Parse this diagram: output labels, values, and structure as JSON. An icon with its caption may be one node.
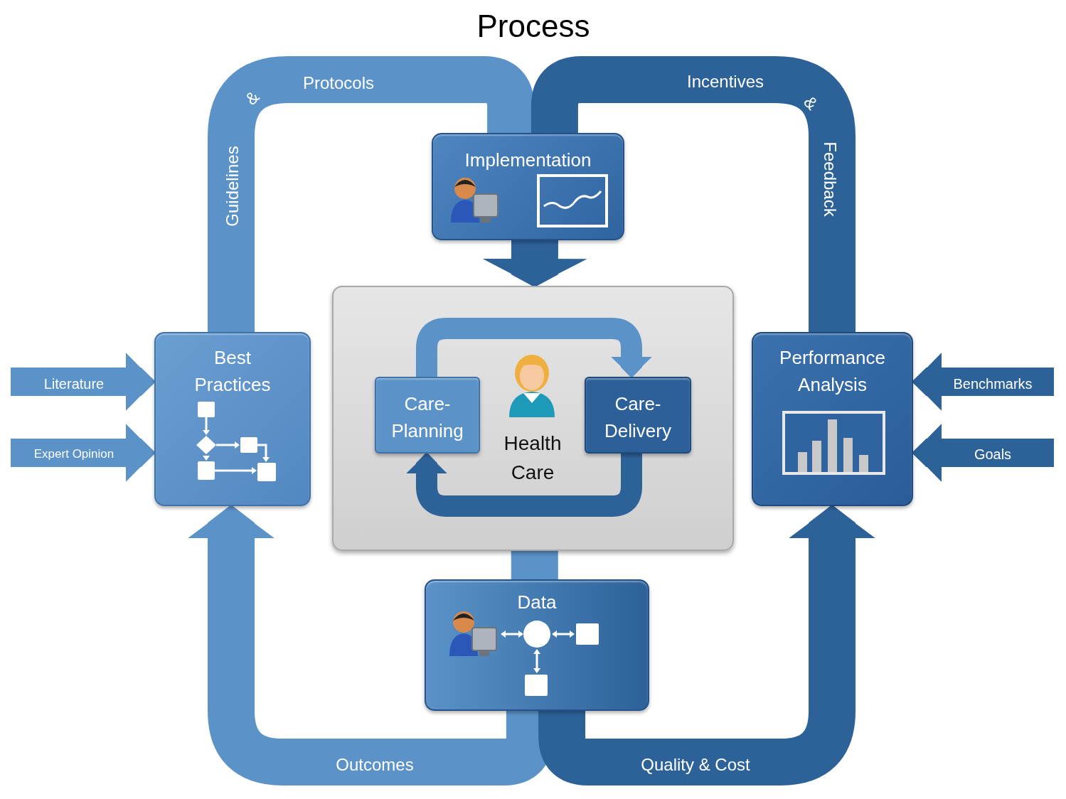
{
  "diagram": {
    "title": "Process",
    "nodes": [
      {
        "text": [
          "Best Practices"
        ]
      },
      {
        "text": [
          "Health Care"
        ]
      },
      {
        "text": [
          "Care-Planning"
        ],
        "in": 1
      },
      {
        "text": [
          "Care-Delivery"
        ],
        "in": 1
      },
      {
        "text": [
          "Implementation"
        ]
      },
      {
        "text": [
          "Performance Analysis"
        ]
      },
      {
        "text": [
          "Data"
        ]
      }
    ],
    "edges": [
      {
        "from": 0,
        "to": 4,
        "arrow": "none"
      },
      {
        "from": 5,
        "to": 4,
        "arrow": "none",
        "color": "#2d6299"
      },
      {
        "from": 4,
        "to": 1,
        "arrow": "to",
        "color": "#2d6299"
      },
      {
        "from": 1,
        "to": 6,
        "arrow": "none"
      },
      {
        "from": 6,
        "to": 0,
        "arrow": "to",
        "label": "Outcomes"
      },
      {
        "from": 6,
        "to": 5,
        "arrow": "to",
        "label": "Quality & Cost",
        "color": "#2d6299"
      },
      {
        "from": 2,
        "to": 3,
        "arrow": "to"
      },
      {
        "from": 3,
        "to": 2,
        "arrow": "to",
        "color": "#2d6299"
      },
      {
        "from": null,
        "to": 0,
        "arrow": "to",
        "label": "Literature"
      },
      {
        "from": null,
        "to": 0,
        "arrow": "to",
        "label": "Expert Opinion"
      },
      {
        "from": null,
        "to": 5,
        "arrow": "to",
        "label": "Benchmarks",
        "color": "#2d6299"
      },
      {
        "from": null,
        "to": 5,
        "arrow": "to",
        "label": "Goals",
        "color": "#2d6299"
      }
    ],
    "labels": [
      "Protocols",
      "Incentives",
      "&",
      "&",
      "Guidelines",
      "Feedback"
    ]
  }
}
